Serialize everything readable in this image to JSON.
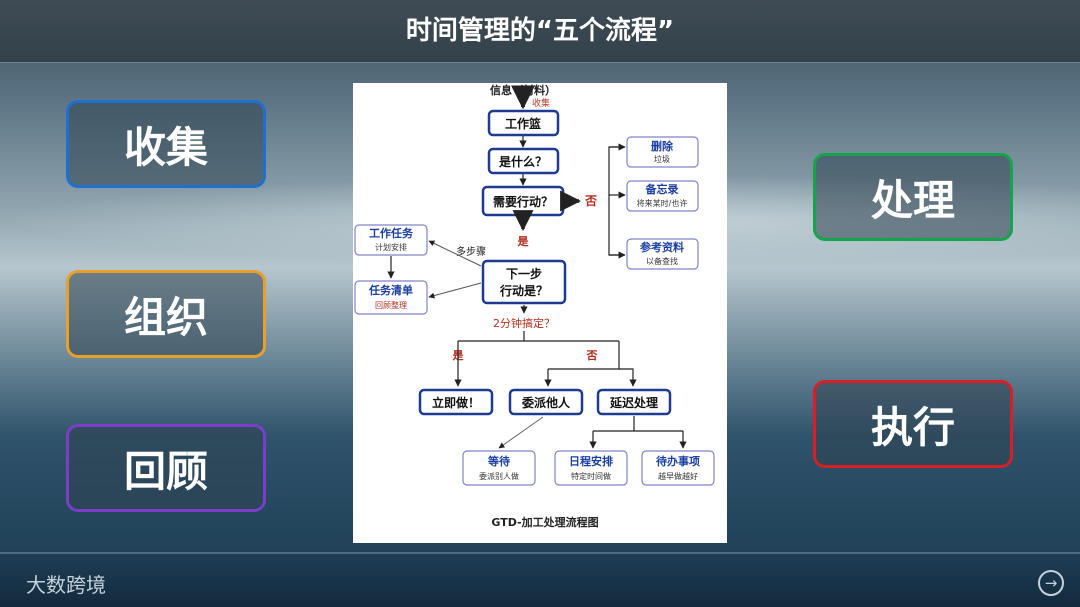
{
  "title": "时间管理的“五个流程”",
  "categories": {
    "collect": {
      "label": "收集",
      "color": "#1f6fd0"
    },
    "organize": {
      "label": "组织",
      "color": "#e7a12b"
    },
    "review": {
      "label": "回顾",
      "color": "#7a3fc8"
    },
    "process": {
      "label": "处理",
      "color": "#17a34a"
    },
    "execute": {
      "label": "执行",
      "color": "#d71f25"
    }
  },
  "flowchart": {
    "info": "信息（材料）",
    "collect_note": "收集",
    "inbox": "工作篮",
    "what": "是什么？",
    "need_action": "需要行动？",
    "no": "否",
    "yes": "是",
    "delete_title": "删除",
    "delete_sub": "垃圾",
    "memo_title": "备忘录",
    "memo_sub": "将来某时/也许",
    "ref_title": "参考资料",
    "ref_sub": "以备查找",
    "next_step_l1": "下一步",
    "next_step_l2": "行动是？",
    "multi_step": "多步骤",
    "task_title": "工作任务",
    "task_sub": "计划安排",
    "list_title": "任务清单",
    "list_sub": "回顾整理",
    "two_min": "2分钟搞定？",
    "yes2": "是",
    "no2": "否",
    "do_now": "立即做！",
    "delegate": "委派他人",
    "defer": "延迟处理",
    "wait_title": "等待",
    "wait_sub": "委派别人做",
    "schedule_title": "日程安排",
    "schedule_sub": "特定时间做",
    "todo_title": "待办事项",
    "todo_sub": "越早做越好",
    "caption": "GTD-加工处理流程图"
  },
  "footer": {
    "logo": "大数跨境",
    "next_icon": "arrow-right-circle-icon"
  }
}
